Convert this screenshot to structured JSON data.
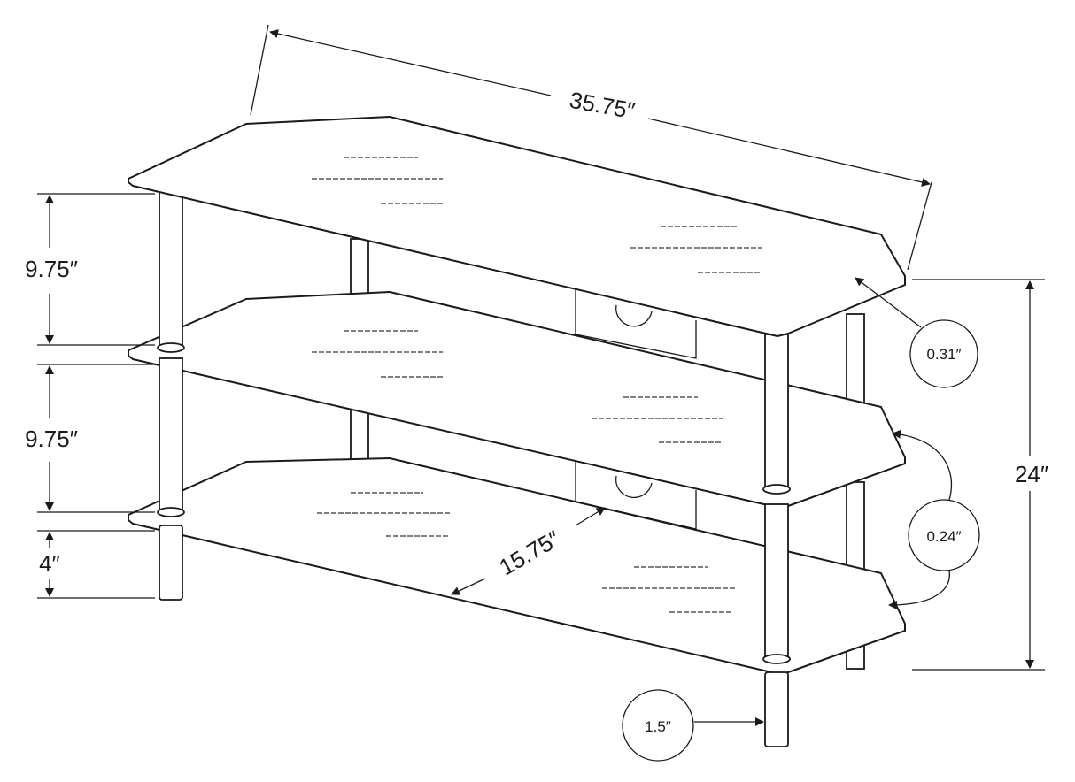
{
  "diagram": {
    "width_label": "35.75″",
    "height_label": "24″",
    "shelf_gap_upper_label": "9.75″",
    "shelf_gap_lower_label": "9.75″",
    "leg_height_label": "4″",
    "depth_label": "15.75″",
    "top_glass_thickness_label": "0.31″",
    "shelf_glass_thickness_label": "0.24″",
    "leg_diameter_label": "1.5″"
  }
}
